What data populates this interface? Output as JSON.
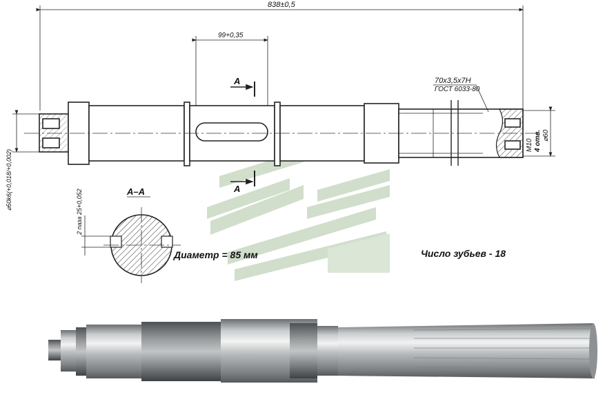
{
  "drawing": {
    "overall_length": "838±0,5",
    "keyway_length": "99+0,35",
    "section_mark": "A",
    "spline_spec": "70x3,5x7H",
    "spline_std": "ГОСТ 6033-80",
    "thread_label": "M10",
    "holes_label": "4 отв.",
    "end_diameter": "⌀60",
    "shaft_diameter": "⌀50k6(+0,018/+0,002)",
    "section_title": "A–A",
    "slot_label": "2 паза 25+0,052"
  },
  "info": {
    "diameter_text": "Диаметр = 85 мм",
    "teeth_text": "Число зубьев - 18"
  },
  "colors": {
    "watermark": "#c9d9c2",
    "shaft_mid": "#a9adb0"
  }
}
